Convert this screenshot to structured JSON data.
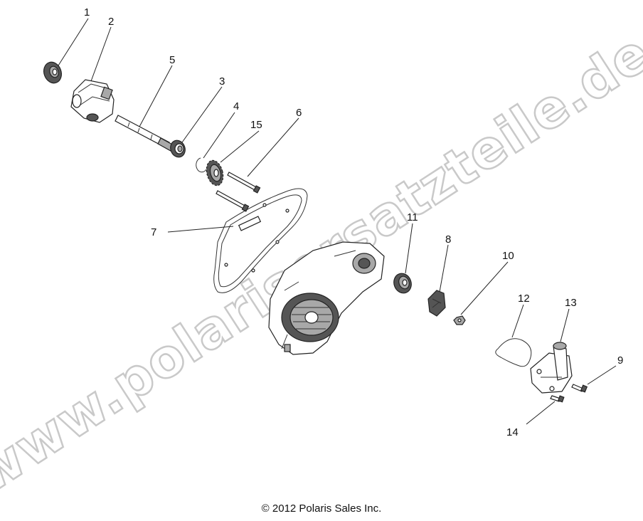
{
  "diagram": {
    "callouts": [
      {
        "id": "c1",
        "label": "1"
      },
      {
        "id": "c2",
        "label": "2"
      },
      {
        "id": "c3",
        "label": "3"
      },
      {
        "id": "c4",
        "label": "4"
      },
      {
        "id": "c5",
        "label": "5"
      },
      {
        "id": "c6",
        "label": "6"
      },
      {
        "id": "c7",
        "label": "7"
      },
      {
        "id": "c8",
        "label": "8"
      },
      {
        "id": "c9",
        "label": "9"
      },
      {
        "id": "c10",
        "label": "10"
      },
      {
        "id": "c11",
        "label": "11"
      },
      {
        "id": "c12",
        "label": "12"
      },
      {
        "id": "c13",
        "label": "13"
      },
      {
        "id": "c14",
        "label": "14"
      },
      {
        "id": "c15",
        "label": "15"
      }
    ],
    "watermark": "www.polarisersatzteile.de",
    "copyright": "© 2012 Polaris Sales Inc."
  }
}
